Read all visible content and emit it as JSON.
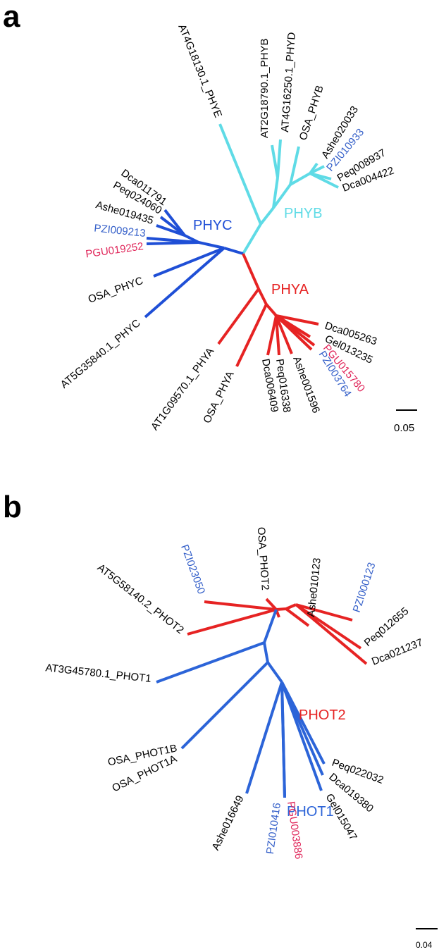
{
  "colors": {
    "phyb": "#5fdbe6",
    "phyc": "#1f4fd6",
    "phya": "#e62323",
    "phot1": "#2c64d8",
    "phot2": "#e62323",
    "label_black": "#000000",
    "label_blue": "#3560c9",
    "label_red": "#e0265a"
  },
  "panel_a": {
    "letter": "a",
    "clades": {
      "phyb": "PHYB",
      "phyc": "PHYC",
      "phya": "PHYA"
    },
    "leaves": {
      "AT4G18130": "AT4G18130.1_PHYE",
      "AT2G18790": "AT2G18790.1_PHYB",
      "AT4G16250": "AT4G16250.1_PHYD",
      "OSA_PHYB": "OSA_PHYB",
      "Ashe020033": "Ashe020033",
      "PZI010933": "PZI010933",
      "Peq008937": "Peq008937",
      "Dca004422": "Dca004422",
      "Dca011791": "Dca011791",
      "Peq024060": "Peq024060",
      "Ashe019435": "Ashe019435",
      "PZI009213": "PZI009213",
      "PGU019252": "PGU019252",
      "OSA_PHYC": "OSA_PHYC",
      "AT5G35840": "AT5G35840.1_PHYC",
      "AT1G09570": "AT1G09570.1_PHYA",
      "OSA_PHYA": "OSA_PHYA",
      "Dca006409": "Dca006409",
      "Peq016338": "Peq016338",
      "Ashe001596": "Ashe001596",
      "PZI003764": "PZI003764",
      "PGU015780": "PGU015780",
      "Gel013235": "Gel013235",
      "Dca005263": "Dca005263"
    },
    "scale_value": "0.05"
  },
  "panel_b": {
    "letter": "b",
    "clades": {
      "phot2": "PHOT2",
      "phot1": "PHOT1"
    },
    "leaves": {
      "AT5G58140": "AT5G58140.2_PHOT2",
      "PZI023050": "PZI023050",
      "OSA_PHOT2": "OSA_PHOT2",
      "Ashe010123": "Ashe010123",
      "PZI000123": "PZI000123",
      "Peq012655": "Peq012655",
      "Dca021237": "Dca021237",
      "AT3G45780": "AT3G45780.1_PHOT1",
      "OSA_PHOT1B": "OSA_PHOT1B",
      "OSA_PHOT1A": "OSA_PHOT1A",
      "Ashe016649": "Ashe016649",
      "PZI010416": "PZI010416",
      "PGU003886": "PGU003886",
      "Gel015047": "Gel015047",
      "Dca019380": "Dca019380",
      "Peq022032": "Peq022032"
    },
    "scale_value": "0.04"
  }
}
